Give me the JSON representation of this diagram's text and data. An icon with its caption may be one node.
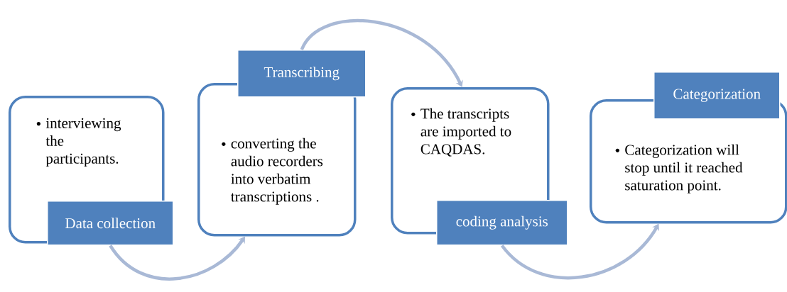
{
  "diagram": {
    "nodes": [
      {
        "text": [
          "interviewing the participants."
        ]
      },
      {
        "text": [
          "Data collection"
        ]
      },
      {
        "text": [
          "converting the audio recorders into verbatim transcriptions ."
        ]
      },
      {
        "text": [
          "Transcribing"
        ]
      },
      {
        "text": [
          "The transcripts are imported to CAQDAS."
        ]
      },
      {
        "text": [
          "coding analysis"
        ]
      },
      {
        "text": [
          "Categorization will stop until it reached saturation point."
        ]
      },
      {
        "text": [
          "Categorization"
        ]
      }
    ],
    "edges": [
      {
        "from": 1,
        "to": 2,
        "arrow": "to"
      },
      {
        "from": 3,
        "to": 4,
        "arrow": "to"
      },
      {
        "from": 5,
        "to": 6,
        "arrow": "to"
      }
    ]
  }
}
